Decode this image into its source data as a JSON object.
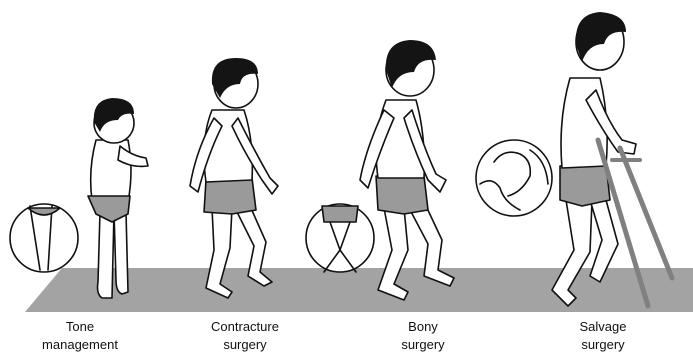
{
  "stages": [
    {
      "line1": "Tone",
      "line2": "management"
    },
    {
      "line1": "Contracture",
      "line2": "surgery"
    },
    {
      "line1": "Bony",
      "line2": "surgery"
    },
    {
      "line1": "Salvage",
      "line2": "surgery"
    }
  ],
  "colors": {
    "floor": "#a3a3a3",
    "skin": "#ffffff",
    "hair": "#141414",
    "shorts": "#9a9a9a",
    "outline": "#111111",
    "crutch": "#808080"
  }
}
